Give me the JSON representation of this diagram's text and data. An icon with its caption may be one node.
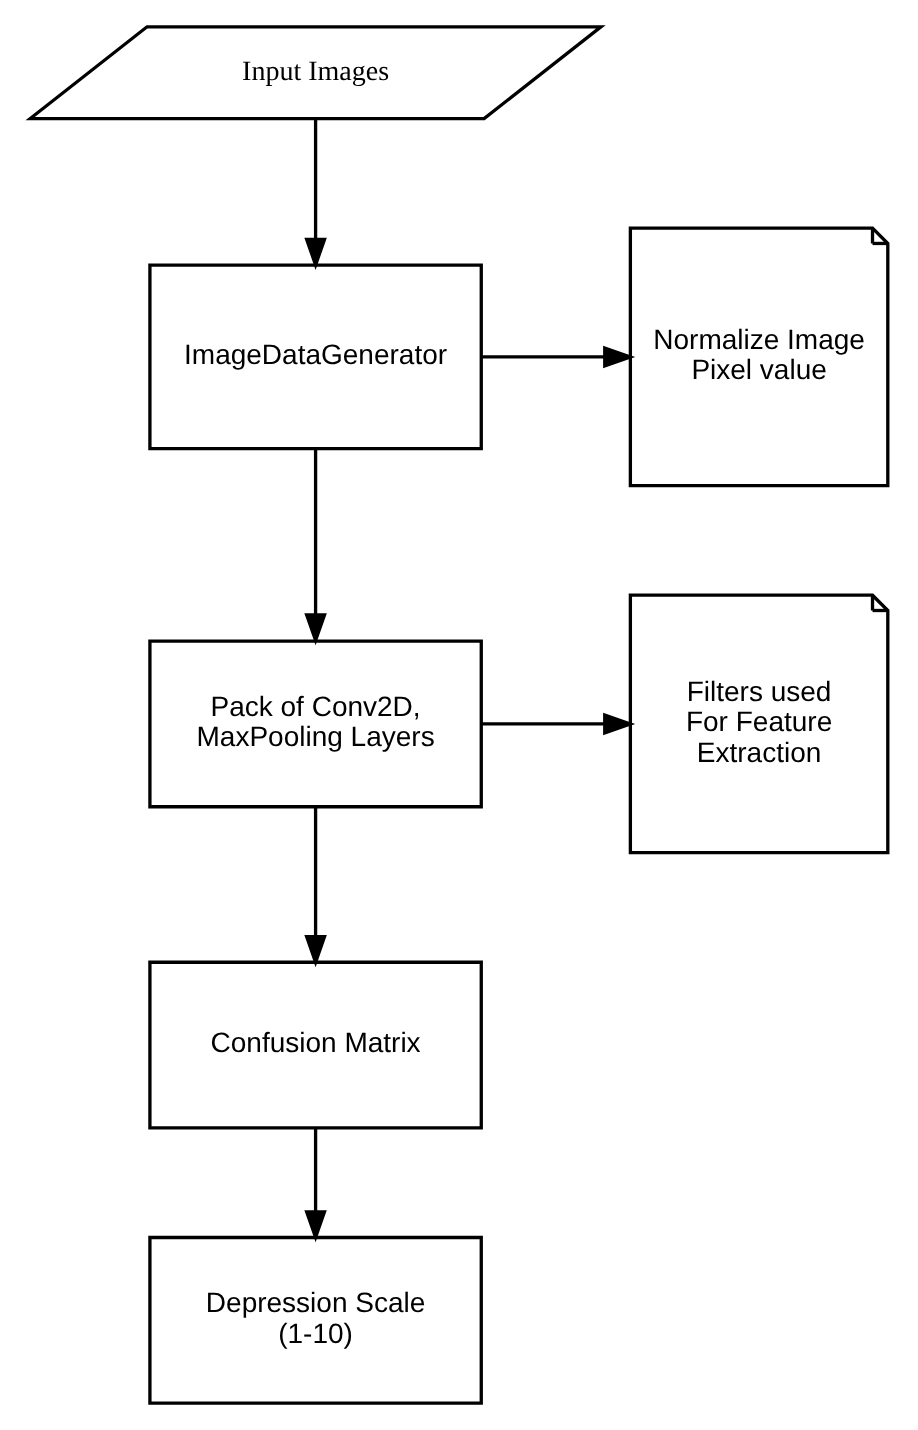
{
  "diagram": {
    "nodes": [
      {
        "text": [
          "Input Images"
        ]
      },
      {
        "text": [
          "ImageDataGenerator"
        ]
      },
      {
        "text": [
          "Normalize Image Pixel value"
        ]
      },
      {
        "text": [
          "Pack of Conv2D, MaxPooling Layers"
        ]
      },
      {
        "text": [
          "Filters used For Feature Extraction"
        ]
      },
      {
        "text": [
          "Confusion Matrix"
        ]
      },
      {
        "text": [
          "Depression Scale (1-10)"
        ]
      }
    ],
    "edges": [
      {
        "from": 0,
        "to": 1,
        "arrow": "to"
      },
      {
        "from": 1,
        "to": 2,
        "arrow": "to"
      },
      {
        "from": 1,
        "to": 3,
        "arrow": "to"
      },
      {
        "from": 3,
        "to": 4,
        "arrow": "to"
      },
      {
        "from": 3,
        "to": 5,
        "arrow": "to"
      },
      {
        "from": 5,
        "to": 6,
        "arrow": "to"
      }
    ]
  }
}
